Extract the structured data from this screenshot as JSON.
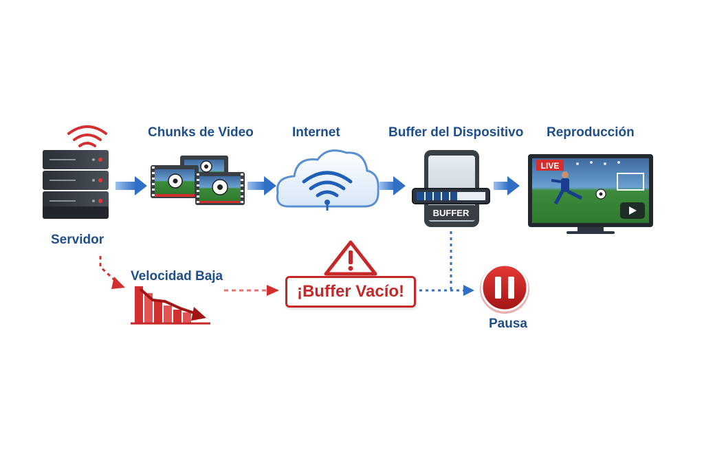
{
  "nodes": {
    "servidor": {
      "label": "Servidor"
    },
    "chunks": {
      "label": "Chunks de Video"
    },
    "internet": {
      "label": "Internet"
    },
    "buffer_device": {
      "label": "Buffer del Dispositivo",
      "buffer_text": "BUFFER",
      "fill_fraction": 0.6
    },
    "reproduccion": {
      "label": "Reproducción",
      "live_badge": "LIVE"
    },
    "velocidad": {
      "label": "Velocidad Baja"
    },
    "buffer_vacio": {
      "label": "¡Buffer Vacío!"
    },
    "pausa": {
      "label": "Pausa"
    }
  },
  "colors": {
    "primary": "#1f4e8c",
    "arrow_blue": "#3d7fd0",
    "alert_red": "#c62828",
    "dark_gray": "#2e3440"
  },
  "icons": [
    "wifi-icon",
    "server-icon",
    "film-strip-icon",
    "soccer-ball-icon",
    "cloud-icon",
    "phone-icon",
    "tv-icon",
    "play-icon",
    "bar-chart-down-icon",
    "warning-icon",
    "pause-icon"
  ]
}
